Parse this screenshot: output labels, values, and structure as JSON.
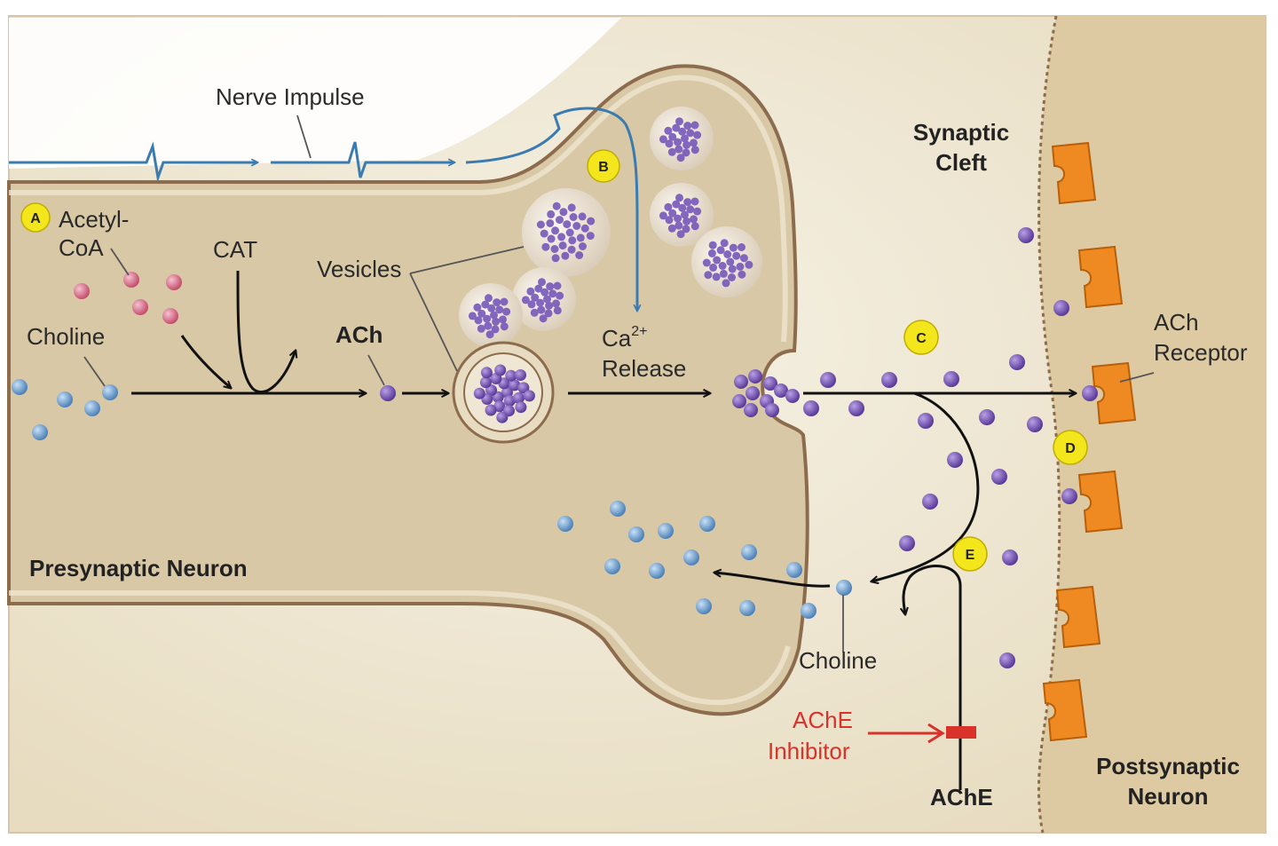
{
  "labels": {
    "nerve_impulse": "Nerve Impulse",
    "synaptic_cleft_1": "Synaptic",
    "synaptic_cleft_2": "Cleft",
    "acetyl_coa_1": "Acetyl-",
    "acetyl_coa_2": "CoA",
    "cat": "CAT",
    "vesicles": "Vesicles",
    "choline_pre": "Choline",
    "ach": "ACh",
    "ca_base": "Ca",
    "ca_sup": "2+",
    "release": "Release",
    "ach_receptor_1": "ACh",
    "ach_receptor_2": "Receptor",
    "presynaptic_neuron": "Presynaptic Neuron",
    "choline_cleft": "Choline",
    "ache_inhibitor_1": "AChE",
    "ache_inhibitor_2": "Inhibitor",
    "ache": "AChE",
    "postsynaptic_1": "Postsynaptic",
    "postsynaptic_2": "Neuron"
  },
  "badges": {
    "a": "A",
    "b": "B",
    "c": "C",
    "d": "D",
    "e": "E"
  },
  "colors": {
    "neuron_fill": "#d8c8a6",
    "neuron_outline": "#8c6c4c",
    "cleft_fill": "#f3eddc",
    "impulse_line": "#3a7bb0",
    "ach_molecule": "#6b4aa8",
    "choline_molecule": "#6f9fcf",
    "acetyl_coa_molecule": "#d46a86",
    "receptor": "#ef8a22",
    "badge": "#f4e61c",
    "inhibitor": "#d8322a"
  }
}
